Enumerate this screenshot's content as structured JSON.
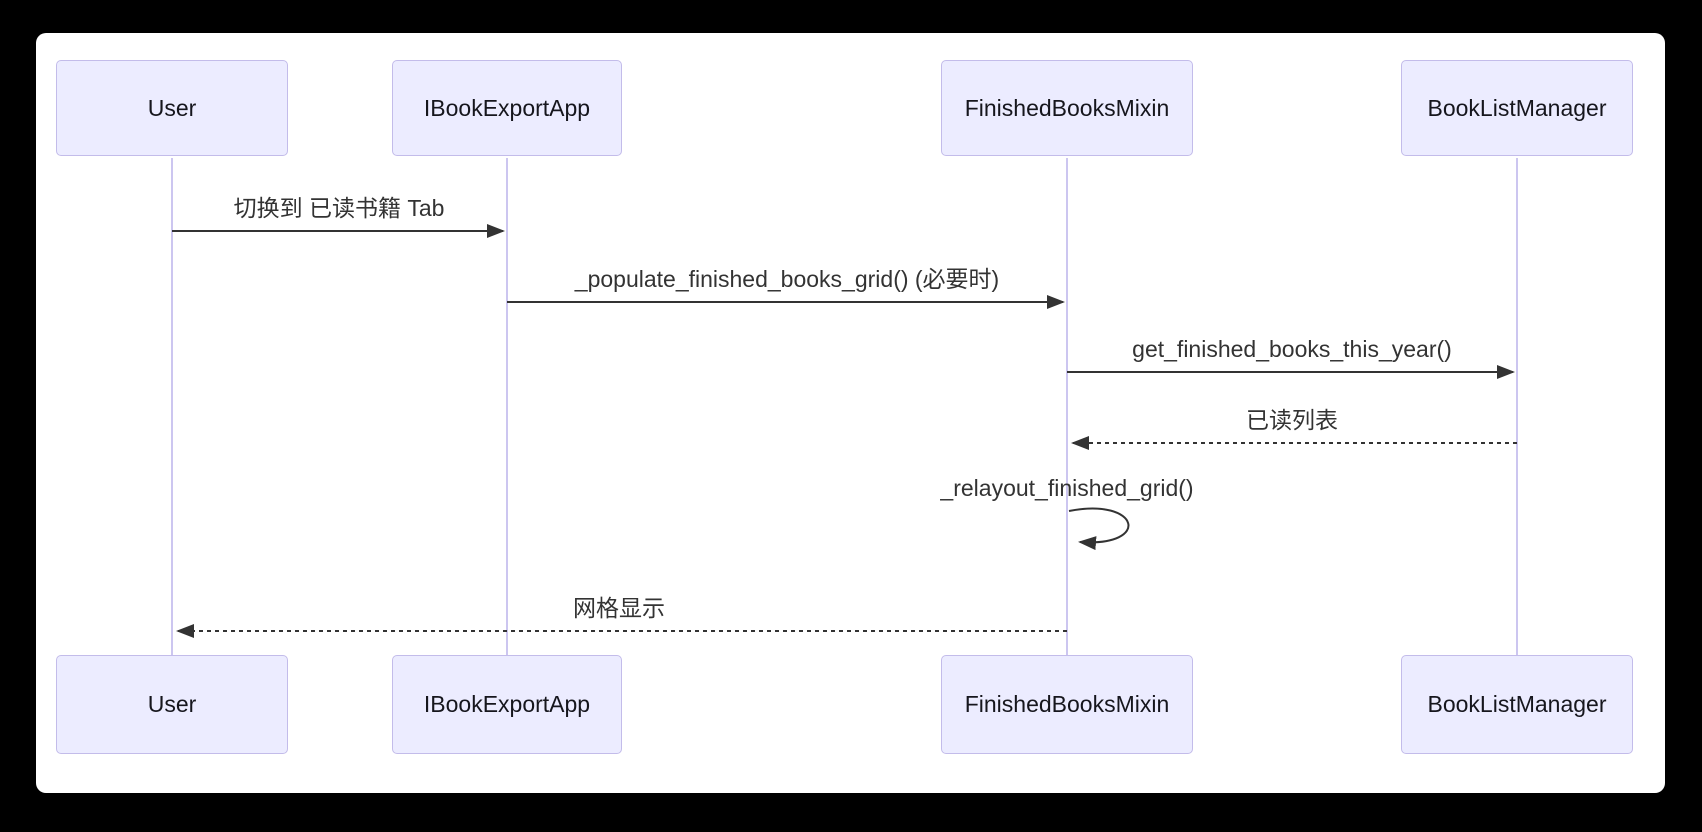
{
  "diagram": {
    "type": "sequence-diagram",
    "actors": [
      {
        "id": "user",
        "label": "User"
      },
      {
        "id": "ibookexportapp",
        "label": "IBookExportApp"
      },
      {
        "id": "finishedbooksmixin",
        "label": "FinishedBooksMixin"
      },
      {
        "id": "booklistmanager",
        "label": "BookListManager"
      }
    ],
    "messages": [
      {
        "from": "User",
        "to": "IBookExportApp",
        "label": "切换到 已读书籍 Tab",
        "line": "solid",
        "arrow": "filled"
      },
      {
        "from": "IBookExportApp",
        "to": "FinishedBooksMixin",
        "label": "_populate_finished_books_grid() (必要时)",
        "line": "solid",
        "arrow": "filled"
      },
      {
        "from": "FinishedBooksMixin",
        "to": "BookListManager",
        "label": "get_finished_books_this_year()",
        "line": "solid",
        "arrow": "filled"
      },
      {
        "from": "BookListManager",
        "to": "FinishedBooksMixin",
        "label": "已读列表",
        "line": "dashed",
        "arrow": "filled"
      },
      {
        "from": "FinishedBooksMixin",
        "to": "FinishedBooksMixin",
        "label": "_relayout_finished_grid()",
        "line": "self-loop",
        "arrow": "filled"
      },
      {
        "from": "FinishedBooksMixin",
        "to": "User",
        "label": "网格显示",
        "line": "dashed",
        "arrow": "filled"
      }
    ],
    "colors": {
      "backdrop": "#000000",
      "canvas": "#FFFFFF",
      "actor_fill": "#ECECFF",
      "actor_border": "#C3BCEA",
      "lifeline": "#CCC6F0",
      "arrow": "#333333",
      "message_text": "#333333",
      "actor_text": "#16161D"
    }
  }
}
